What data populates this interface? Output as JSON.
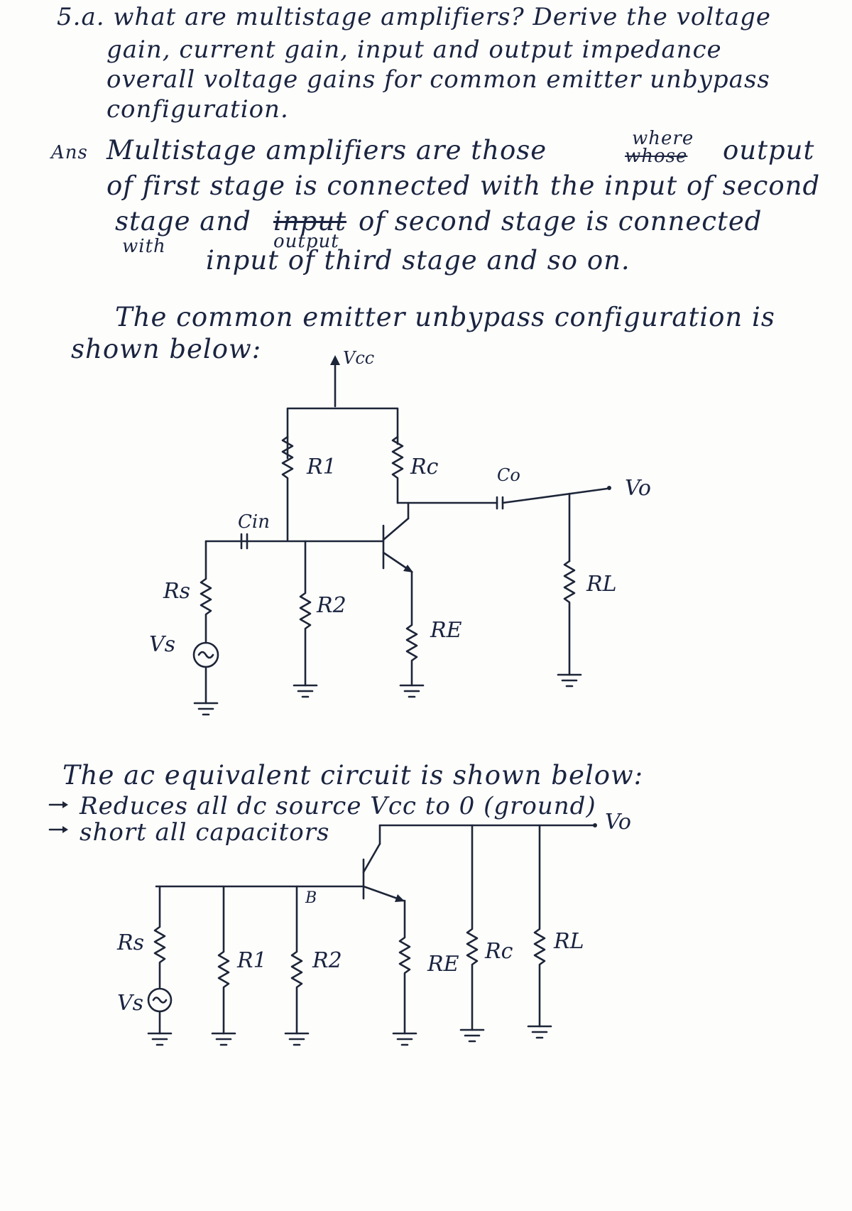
{
  "question": {
    "line1": "5.a. what are  multistage amplifiers? Derive the voltage",
    "line2": "gain, current gain, input and output impedance",
    "line3": "overall voltage gains for common emitter unbypass",
    "line4": "configuration."
  },
  "answer": {
    "marker": "Ans",
    "line1_a": "Multistage amplifiers are those",
    "struck_word": "whose",
    "inserted_word": "where",
    "line1_b": "output",
    "line2": "of first stage is connected with the input of second",
    "line3_a": "stage and",
    "line3_struck": "input",
    "line3_inserted": "output",
    "line3_b": "of second stage is connected",
    "line4_a": "with",
    "line4_b": "input of third stage and so on."
  },
  "circuit1": {
    "intro_line1": "The common emitter unbypass configuration is",
    "intro_line2": "shown below:",
    "labels": {
      "vcc": "Vcc",
      "r1": "R1",
      "rc": "Rc",
      "co": "Co",
      "vo": "Vo",
      "cin": "Cin",
      "rs": "Rs",
      "r2": "R2",
      "re": "RE",
      "rl": "RL",
      "vs": "Vs"
    }
  },
  "circuit2": {
    "intro_line1": "The ac equivalent circuit is shown below:",
    "bullet1": "Reduces all dc source Vcc to 0 (ground)",
    "bullet2": "short all capacitors",
    "labels": {
      "vo": "Vo",
      "b": "B",
      "rs": "Rs",
      "r1": "R1",
      "r2": "R2",
      "re": "RE",
      "rc": "Rc",
      "rl": "RL",
      "vs": "Vs"
    }
  }
}
